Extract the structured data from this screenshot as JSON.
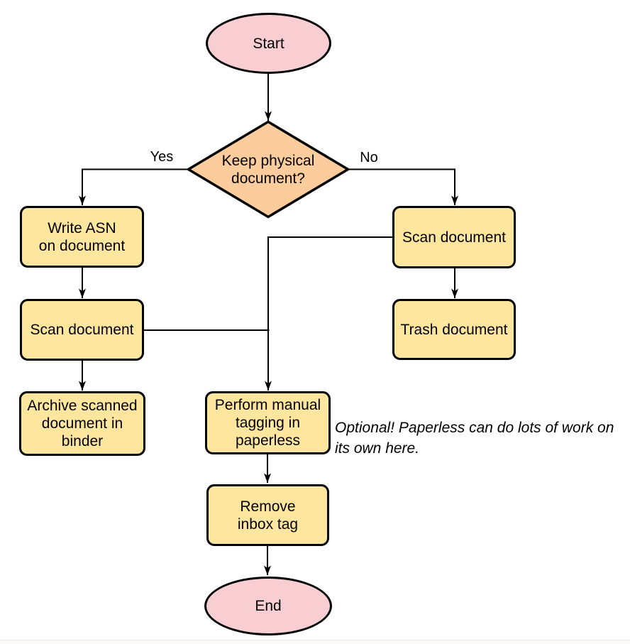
{
  "diagram": {
    "type": "flowchart",
    "nodes": {
      "start": {
        "label": "Start",
        "shape": "terminal"
      },
      "decision": {
        "label": "Keep physical\ndocument?",
        "shape": "decision"
      },
      "write_asn": {
        "label": "Write ASN\non document",
        "shape": "process"
      },
      "scan_left": {
        "label": "Scan document",
        "shape": "process"
      },
      "archive": {
        "label": "Archive scanned\ndocument in\nbinder",
        "shape": "process"
      },
      "scan_right": {
        "label": "Scan document",
        "shape": "process"
      },
      "trash": {
        "label": "Trash document",
        "shape": "process"
      },
      "perform_tagging": {
        "label": "Perform manual\ntagging in\npaperless",
        "shape": "process"
      },
      "remove_inbox_tag": {
        "label": "Remove\ninbox tag",
        "shape": "process"
      },
      "end": {
        "label": "End",
        "shape": "terminal"
      }
    },
    "edge_labels": {
      "yes": "Yes",
      "no": "No"
    },
    "annotation": "Optional! Paperless can do lots of work on\nits own here.",
    "edges": [
      "start -> decision",
      "decision -> write_asn [Yes]",
      "decision -> scan_right [No]",
      "write_asn -> scan_left",
      "scan_left -> archive",
      "scan_right -> trash",
      "scan_left -> perform_tagging",
      "scan_right -> perform_tagging",
      "perform_tagging -> remove_inbox_tag",
      "remove_inbox_tag -> end"
    ]
  },
  "colors": {
    "background": "#ffffff",
    "shape_stroke": "#000000",
    "terminal_fill": "#f8ced2",
    "decision_fill": "#fdcc9c",
    "process_fill": "#ffe69e",
    "text": "#000000",
    "annotation_text": "#000000"
  }
}
